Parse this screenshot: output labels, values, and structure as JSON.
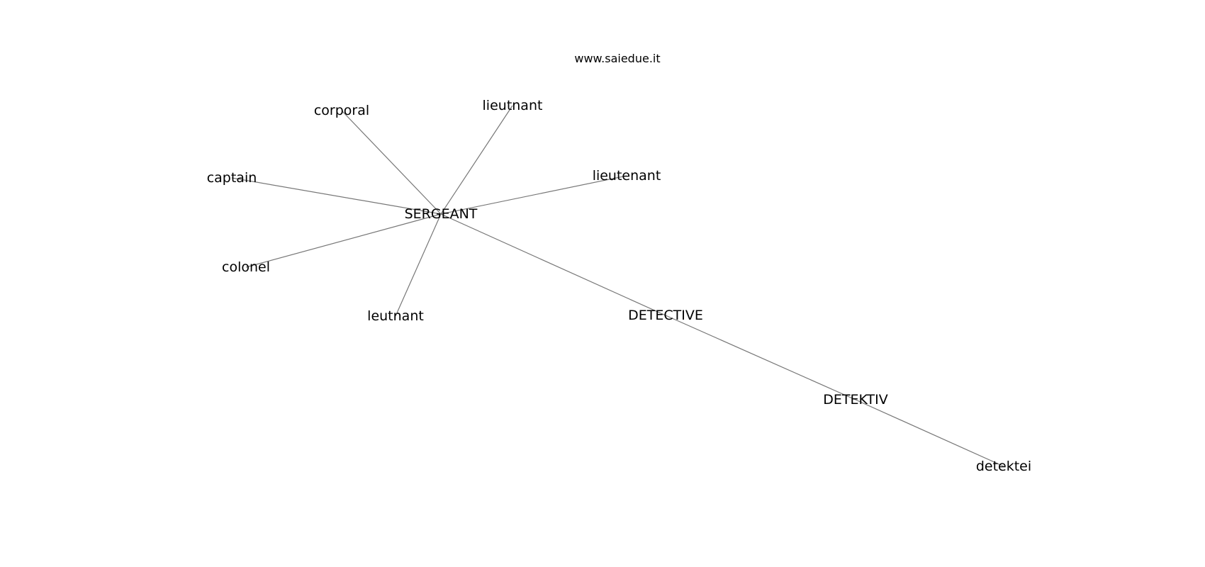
{
  "watermark": "www.saiedue.it",
  "diagram": {
    "nodes": [
      {
        "id": "SERGEANT",
        "label": "SERGEANT"
      },
      {
        "id": "corporal",
        "label": "corporal"
      },
      {
        "id": "lieutnant",
        "label": "lieutnant"
      },
      {
        "id": "captain",
        "label": "captain"
      },
      {
        "id": "lieutenant",
        "label": "lieutenant"
      },
      {
        "id": "colonel",
        "label": "colonel"
      },
      {
        "id": "leutnant",
        "label": "leutnant"
      },
      {
        "id": "DETECTIVE",
        "label": "DETECTIVE"
      },
      {
        "id": "DETEKTIV",
        "label": "DETEKTIV"
      },
      {
        "id": "detektei",
        "label": "detektei"
      }
    ],
    "edges": [
      [
        "SERGEANT",
        "corporal"
      ],
      [
        "SERGEANT",
        "lieutnant"
      ],
      [
        "SERGEANT",
        "captain"
      ],
      [
        "SERGEANT",
        "lieutenant"
      ],
      [
        "SERGEANT",
        "colonel"
      ],
      [
        "SERGEANT",
        "leutnant"
      ],
      [
        "SERGEANT",
        "DETECTIVE"
      ],
      [
        "DETECTIVE",
        "DETEKTIV"
      ],
      [
        "DETEKTIV",
        "detektei"
      ]
    ]
  }
}
